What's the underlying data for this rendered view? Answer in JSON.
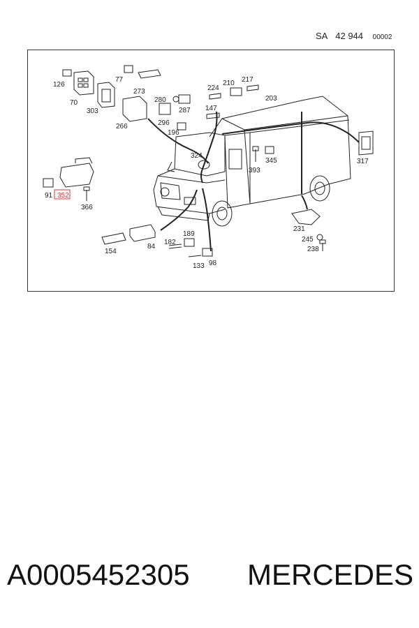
{
  "header": {
    "prefix": "SA",
    "code": "42 944",
    "sheet": "00002"
  },
  "diagram": {
    "highlight_color": "#d9373d",
    "callouts": [
      {
        "id": "126",
        "label": "126"
      },
      {
        "id": "70",
        "label": "70"
      },
      {
        "id": "77",
        "label": "77"
      },
      {
        "id": "303",
        "label": "303"
      },
      {
        "id": "273",
        "label": "273"
      },
      {
        "id": "280",
        "label": "280"
      },
      {
        "id": "287",
        "label": "287"
      },
      {
        "id": "266",
        "label": "266"
      },
      {
        "id": "296",
        "label": "296"
      },
      {
        "id": "196",
        "label": "196"
      },
      {
        "id": "224",
        "label": "224"
      },
      {
        "id": "210",
        "label": "210"
      },
      {
        "id": "217",
        "label": "217"
      },
      {
        "id": "147",
        "label": "147"
      },
      {
        "id": "203",
        "label": "203"
      },
      {
        "id": "324",
        "label": "324"
      },
      {
        "id": "393",
        "label": "393"
      },
      {
        "id": "345",
        "label": "345"
      },
      {
        "id": "317",
        "label": "317"
      },
      {
        "id": "91",
        "label": "91"
      },
      {
        "id": "352",
        "label": "352",
        "highlight": true
      },
      {
        "id": "366",
        "label": "366"
      },
      {
        "id": "231",
        "label": "231"
      },
      {
        "id": "245",
        "label": "245"
      },
      {
        "id": "238",
        "label": "238"
      },
      {
        "id": "189",
        "label": "189"
      },
      {
        "id": "154",
        "label": "154"
      },
      {
        "id": "84",
        "label": "84"
      },
      {
        "id": "182",
        "label": "182"
      },
      {
        "id": "133",
        "label": "133"
      },
      {
        "id": "98",
        "label": "98"
      }
    ]
  },
  "footer": {
    "part_number": "A0005452305",
    "brand": "MERCEDES"
  }
}
